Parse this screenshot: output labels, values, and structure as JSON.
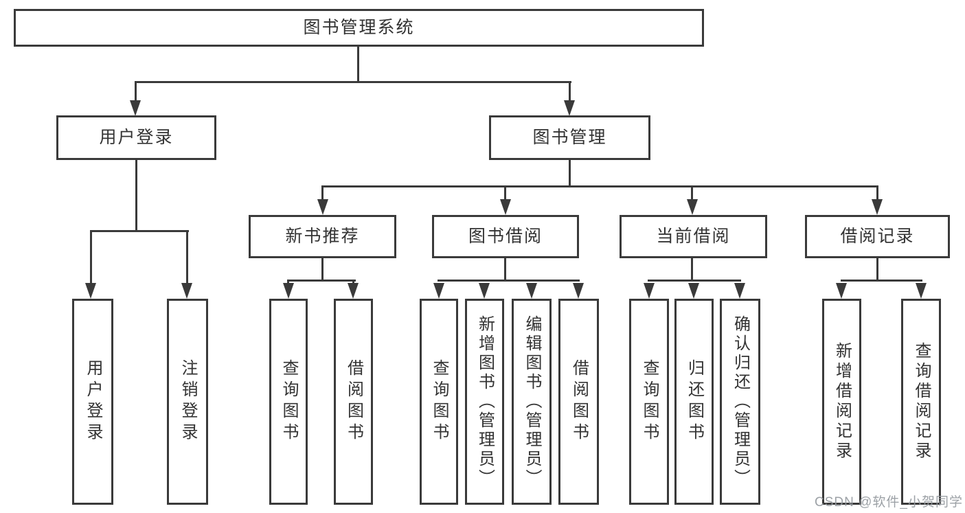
{
  "chart": {
    "type": "org-tree",
    "root": {
      "label": "图书管理系统"
    },
    "level2": {
      "user_login": {
        "label": "用户登录"
      },
      "book_mgmt": {
        "label": "图书管理"
      }
    },
    "level3": {
      "new_book_rec": {
        "label": "新书推荐"
      },
      "book_borrow": {
        "label": "图书借阅"
      },
      "current_borrow": {
        "label": "当前借阅"
      },
      "borrow_record": {
        "label": "借阅记录"
      }
    },
    "leaves": {
      "user_login": {
        "label": "用户登录",
        "parent": "用户登录"
      },
      "logout": {
        "label": "注销登录",
        "parent": "用户登录"
      },
      "rec_query_book": {
        "label": "查询图书",
        "parent": "新书推荐"
      },
      "rec_borrow_book": {
        "label": "借阅图书",
        "parent": "新书推荐"
      },
      "bor_query_book": {
        "label": "查询图书",
        "parent": "图书借阅"
      },
      "bor_add_book": {
        "label": "新增图书（管理员）",
        "parent": "图书借阅"
      },
      "bor_edit_book": {
        "label": "编辑图书（管理员）",
        "parent": "图书借阅"
      },
      "bor_borrow_book": {
        "label": "借阅图书",
        "parent": "图书借阅"
      },
      "cur_query_book": {
        "label": "查询图书",
        "parent": "当前借阅"
      },
      "cur_return_book": {
        "label": "归还图书",
        "parent": "当前借阅"
      },
      "cur_confirm_return": {
        "label": "确认归还（管理员）",
        "parent": "当前借阅"
      },
      "rcd_add_record": {
        "label": "新增借阅记录",
        "parent": "借阅记录"
      },
      "rcd_query_record": {
        "label": "查询借阅记录",
        "parent": "借阅记录"
      }
    },
    "colors": {
      "line": "#3a3a3a",
      "text": "#333333",
      "background": "#ffffff"
    }
  },
  "watermark": "CSDN @软件_小贺同学"
}
